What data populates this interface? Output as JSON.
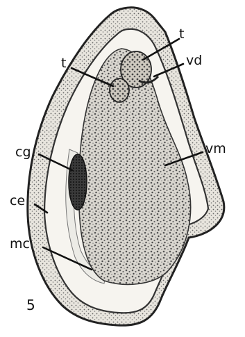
{
  "figure_number": "5",
  "labels": {
    "t_upper": "t",
    "t_left": "t",
    "vd": "vd",
    "cg": "cg",
    "vm": "vm",
    "ce": "ce",
    "mc": "mc"
  }
}
